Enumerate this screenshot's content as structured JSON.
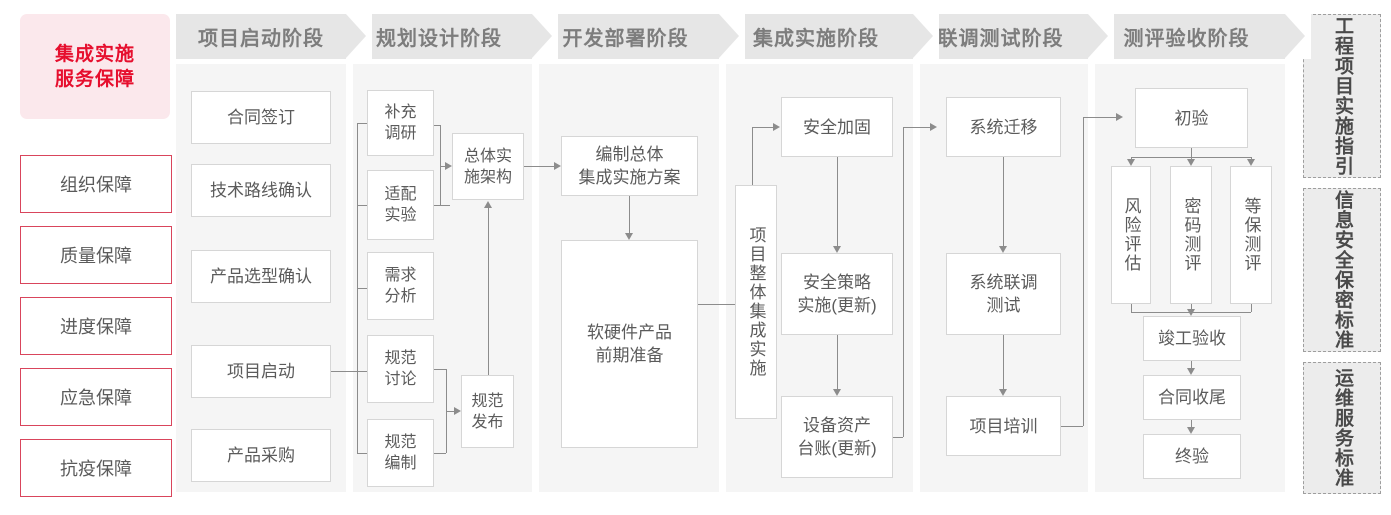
{
  "sidebar": {
    "title": "集成实施\n服务保障",
    "title_line1": "集成实施",
    "title_line2": "服务保障",
    "items": [
      {
        "label": "组织保障"
      },
      {
        "label": "质量保障"
      },
      {
        "label": "进度保障"
      },
      {
        "label": "应急保障"
      },
      {
        "label": "抗疫保障"
      }
    ]
  },
  "phases": [
    {
      "label": "项目启动阶段"
    },
    {
      "label": "规划设计阶段"
    },
    {
      "label": "开发部署阶段"
    },
    {
      "label": "集成实施阶段"
    },
    {
      "label": "联调测试阶段"
    },
    {
      "label": "测评验收阶段"
    }
  ],
  "nodes": {
    "p1": [
      {
        "label": "合同签订"
      },
      {
        "label": "技术路线确认"
      },
      {
        "label": "产品选型确认"
      },
      {
        "label": "项目启动"
      },
      {
        "label": "产品采购"
      }
    ],
    "p2": [
      {
        "label": "补充\n调研",
        "l1": "补充",
        "l2": "调研"
      },
      {
        "label": "适配\n实验",
        "l1": "适配",
        "l2": "实验"
      },
      {
        "label": "需求\n分析",
        "l1": "需求",
        "l2": "分析"
      },
      {
        "label": "规范\n讨论",
        "l1": "规范",
        "l2": "讨论"
      },
      {
        "label": "规范\n编制",
        "l1": "规范",
        "l2": "编制"
      },
      {
        "label": "总体实\n施架构",
        "l1": "总体实",
        "l2": "施架构"
      },
      {
        "label": "规范\n发布",
        "l1": "规范",
        "l2": "发布"
      }
    ],
    "p3": [
      {
        "label": "编制总体\n集成实施方案",
        "l1": "编制总体",
        "l2": "集成实施方案"
      },
      {
        "label": "软硬件产品\n前期准备",
        "l1": "软硬件产品",
        "l2": "前期准备"
      }
    ],
    "p4": [
      {
        "label": "项目整体集成实施"
      },
      {
        "label": "安全加固"
      },
      {
        "label": "安全策略\n实施(更新)",
        "l1": "安全策略",
        "l2": "实施(更新)"
      },
      {
        "label": "设备资产\n台账(更新)",
        "l1": "设备资产",
        "l2": "台账(更新)"
      }
    ],
    "p5": [
      {
        "label": "系统迁移"
      },
      {
        "label": "系统联调\n测试",
        "l1": "系统联调",
        "l2": "测试"
      },
      {
        "label": "项目培训"
      }
    ],
    "p6": [
      {
        "label": "初验"
      },
      {
        "label": "风险评估"
      },
      {
        "label": "密码测评"
      },
      {
        "label": "等保测评"
      },
      {
        "label": "竣工验收"
      },
      {
        "label": "合同收尾"
      },
      {
        "label": "终验"
      }
    ]
  },
  "standards": [
    {
      "label": "工程项目实施指引"
    },
    {
      "label": "信息安全保密标准"
    },
    {
      "label": "运维服务标准"
    }
  ],
  "colors": {
    "brand_red": "#e60f2e",
    "brand_pink_bg": "#fbe8ec",
    "sidebar_border": "#d9455c",
    "header_band": "#e6e6e6",
    "column_bg": "#f5f5f5",
    "node_border": "#d6d6d6",
    "connector": "#8c8c8c",
    "text": "#5b5b5b"
  }
}
